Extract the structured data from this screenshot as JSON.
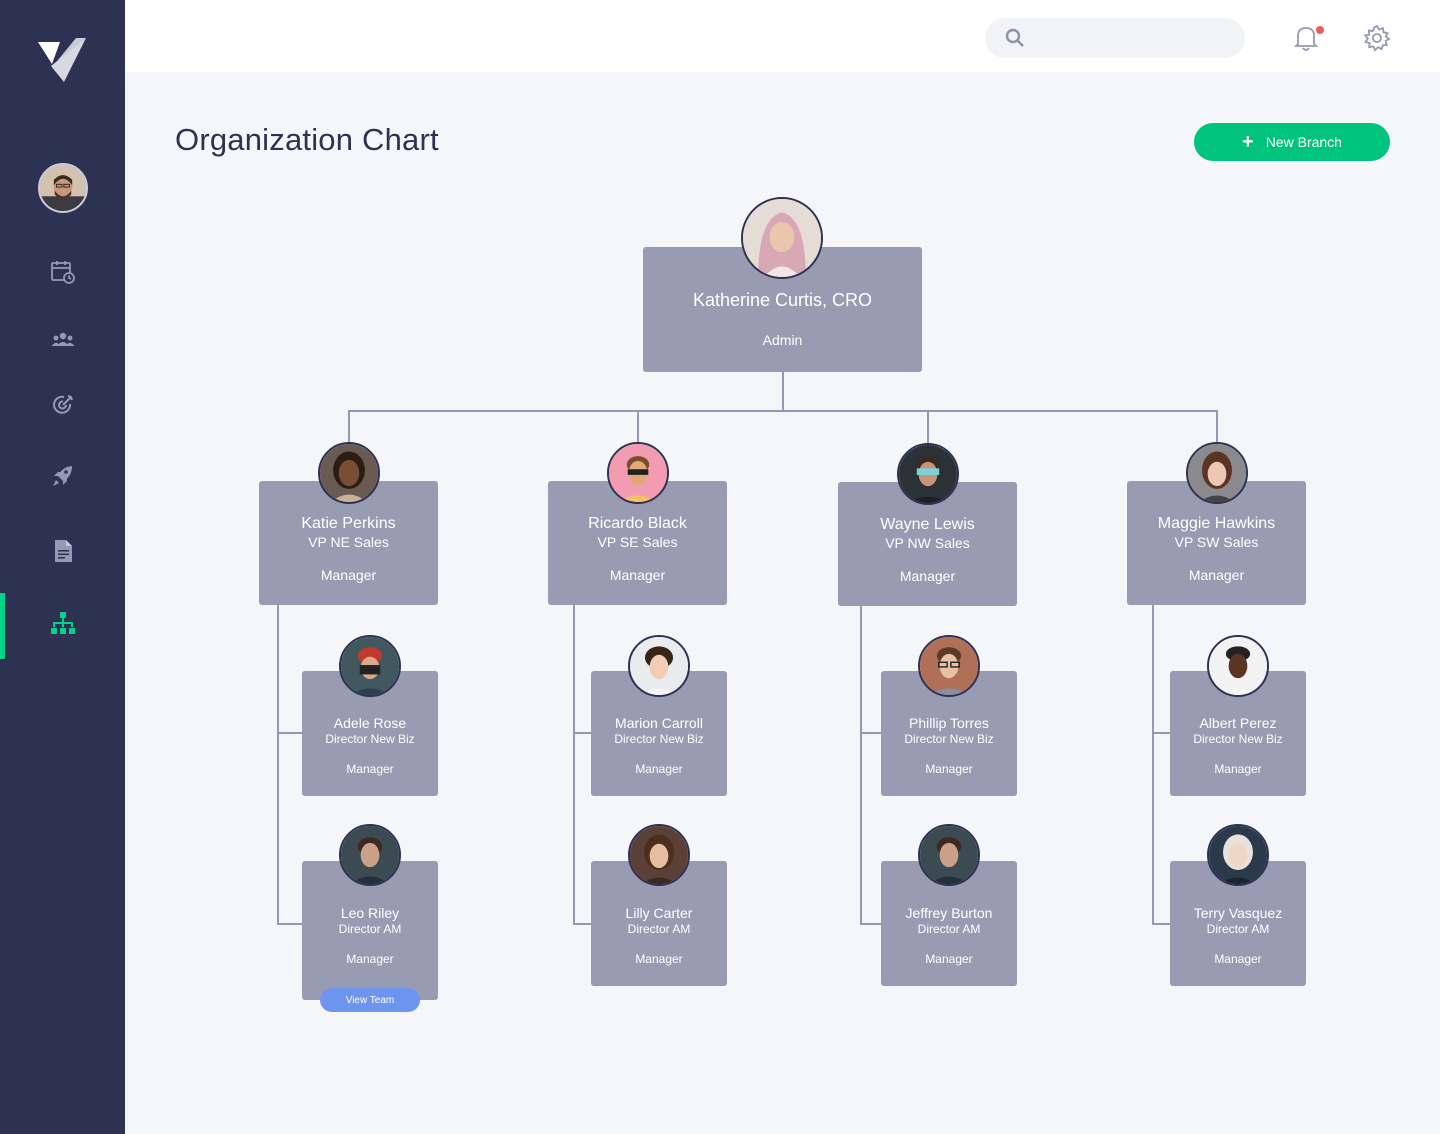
{
  "app": {
    "logo": "v-logo"
  },
  "topbar": {
    "search_placeholder": "",
    "search_icon": "search-icon",
    "notification_icon": "bell-icon",
    "settings_icon": "gear-icon"
  },
  "sidebar": {
    "items": [
      {
        "icon": "calendar-clock-icon",
        "active": false
      },
      {
        "icon": "team-icon",
        "active": false
      },
      {
        "icon": "target-icon",
        "active": false
      },
      {
        "icon": "rocket-icon",
        "active": false
      },
      {
        "icon": "document-icon",
        "active": false
      },
      {
        "icon": "org-chart-icon",
        "active": true
      }
    ]
  },
  "page": {
    "title": "Organization Chart",
    "new_branch_label": "New Branch"
  },
  "org": {
    "root": {
      "name": "Katherine Curtis, CRO",
      "title": "",
      "role": "Admin"
    },
    "branches": [
      {
        "head": {
          "name": "Katie Perkins",
          "title": "VP NE Sales",
          "role": "Manager"
        },
        "reports": [
          {
            "name": "Adele Rose",
            "title": "Director New Biz",
            "role": "Manager"
          },
          {
            "name": "Leo Riley",
            "title": "Director AM",
            "role": "Manager"
          }
        ]
      },
      {
        "head": {
          "name": "Ricardo Black",
          "title": "VP SE Sales",
          "role": "Manager"
        },
        "reports": [
          {
            "name": "Marion Carroll",
            "title": "Director New Biz",
            "role": "Manager"
          },
          {
            "name": "Lilly Carter",
            "title": "Director AM",
            "role": "Manager"
          }
        ]
      },
      {
        "head": {
          "name": "Wayne Lewis",
          "title": "VP NW Sales",
          "role": "Manager"
        },
        "reports": [
          {
            "name": "Phillip Torres",
            "title": "Director New Biz",
            "role": "Manager"
          },
          {
            "name": "Jeffrey Burton",
            "title": "Director AM",
            "role": "Manager"
          }
        ]
      },
      {
        "head": {
          "name": "Maggie Hawkins",
          "title": "VP SW Sales",
          "role": "Manager"
        },
        "reports": [
          {
            "name": "Albert Perez",
            "title": "Director New Biz",
            "role": "Manager"
          },
          {
            "name": "Terry Vasquez",
            "title": "Director AM",
            "role": "Manager"
          }
        ]
      }
    ],
    "view_team_label": "View Team"
  },
  "colors": {
    "sidebar": "#2e3252",
    "accent_green": "#00c47e",
    "active_indicator": "#00d48a",
    "card": "#999bb2",
    "view_team": "#6d95f0",
    "notification_dot": "#f05a5a"
  }
}
